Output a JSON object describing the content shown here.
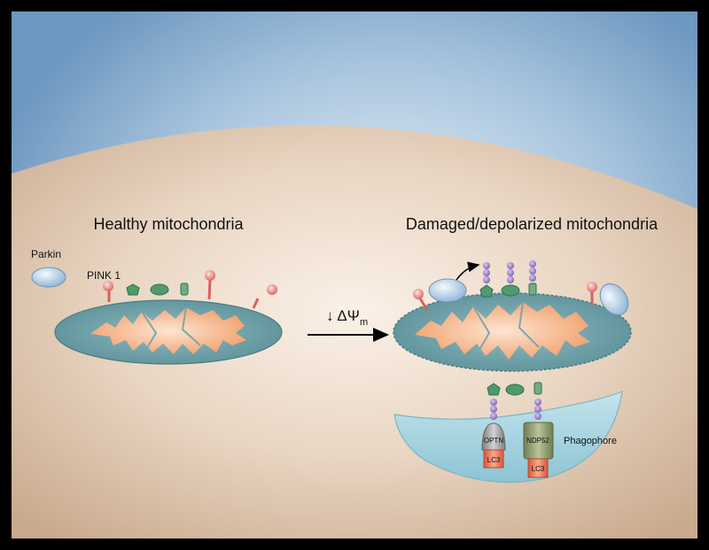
{
  "labels": {
    "healthy": "Healthy mitochondria",
    "damaged": "Damaged/depolarized mitochondria",
    "parkin": "Parkin",
    "pink1": "PINK 1",
    "arrow_symbol": "↓ ΔΨ",
    "arrow_subscript": "m",
    "optn": "OPTN",
    "ndp52": "NDP52",
    "lc3_left": "LC3",
    "lc3_right": "LC3",
    "phagophore": "Phagophore"
  },
  "colors": {
    "cell_background": "#d9bfa6",
    "extracellular": "#7aa3c8",
    "mito_outer": "#6e9ea6",
    "mito_inner": "#f2a878",
    "pink1": "#e87878",
    "parkin": "#a8c8e4",
    "substrate": "#4f9a6e",
    "ubiquitin": "#8a6fb8",
    "optn": "#9a9a9a",
    "ndp52": "#8c9a6e",
    "lc3": "#e8704e",
    "phagophore": "#a9d4e0"
  }
}
